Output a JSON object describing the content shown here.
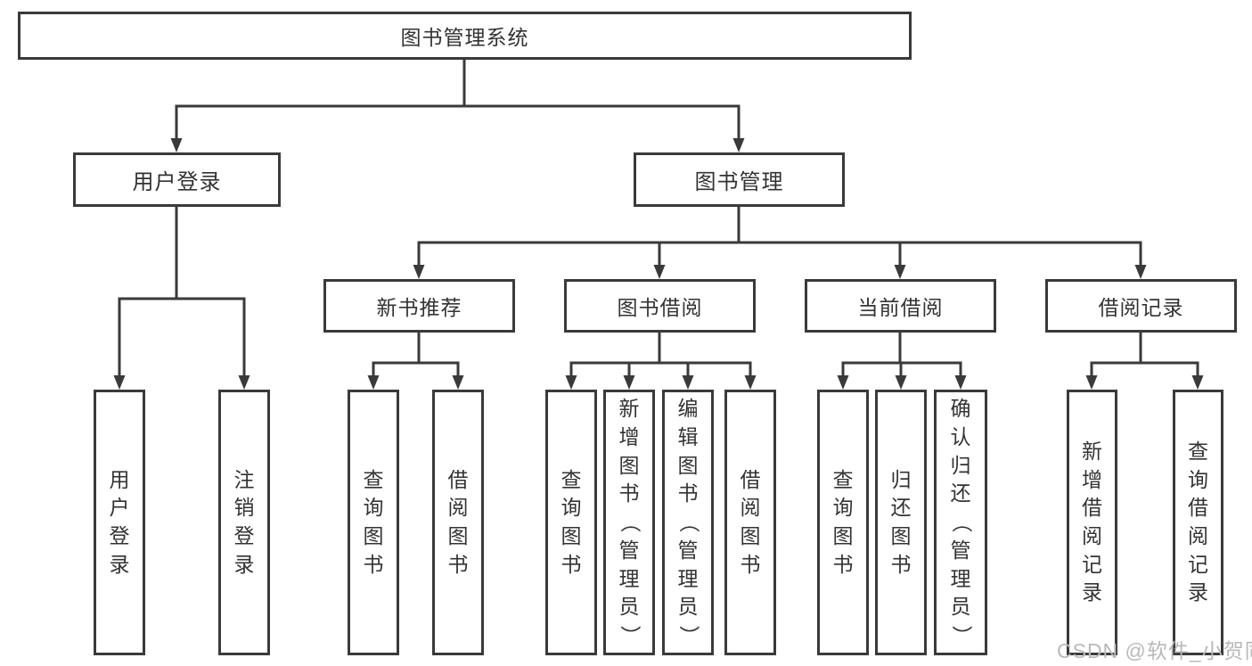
{
  "diagram_title": "图书管理系统",
  "watermark": "CSDN @软件_小贺同学",
  "colors": {
    "line": "#3a3a3a",
    "text": "#333333",
    "background": "#ffffff",
    "watermark": "#b9b9b9"
  },
  "tree": {
    "root": {
      "label": "图书管理系统",
      "children": [
        {
          "label": "用户登录",
          "children": [
            {
              "label": "用户登录"
            },
            {
              "label": "注销登录"
            }
          ]
        },
        {
          "label": "图书管理",
          "children": [
            {
              "label": "新书推荐",
              "children": [
                {
                  "label": "查询图书"
                },
                {
                  "label": "借阅图书"
                }
              ]
            },
            {
              "label": "图书借阅",
              "children": [
                {
                  "label": "查询图书"
                },
                {
                  "label": "新增图书（管理员）"
                },
                {
                  "label": "编辑图书（管理员）"
                },
                {
                  "label": "借阅图书"
                }
              ]
            },
            {
              "label": "当前借阅",
              "children": [
                {
                  "label": "查询图书"
                },
                {
                  "label": "归还图书"
                },
                {
                  "label": "确认归还（管理员）"
                }
              ]
            },
            {
              "label": "借阅记录",
              "children": [
                {
                  "label": "新增借阅记录"
                },
                {
                  "label": "查询借阅记录"
                }
              ]
            }
          ]
        }
      ]
    }
  }
}
